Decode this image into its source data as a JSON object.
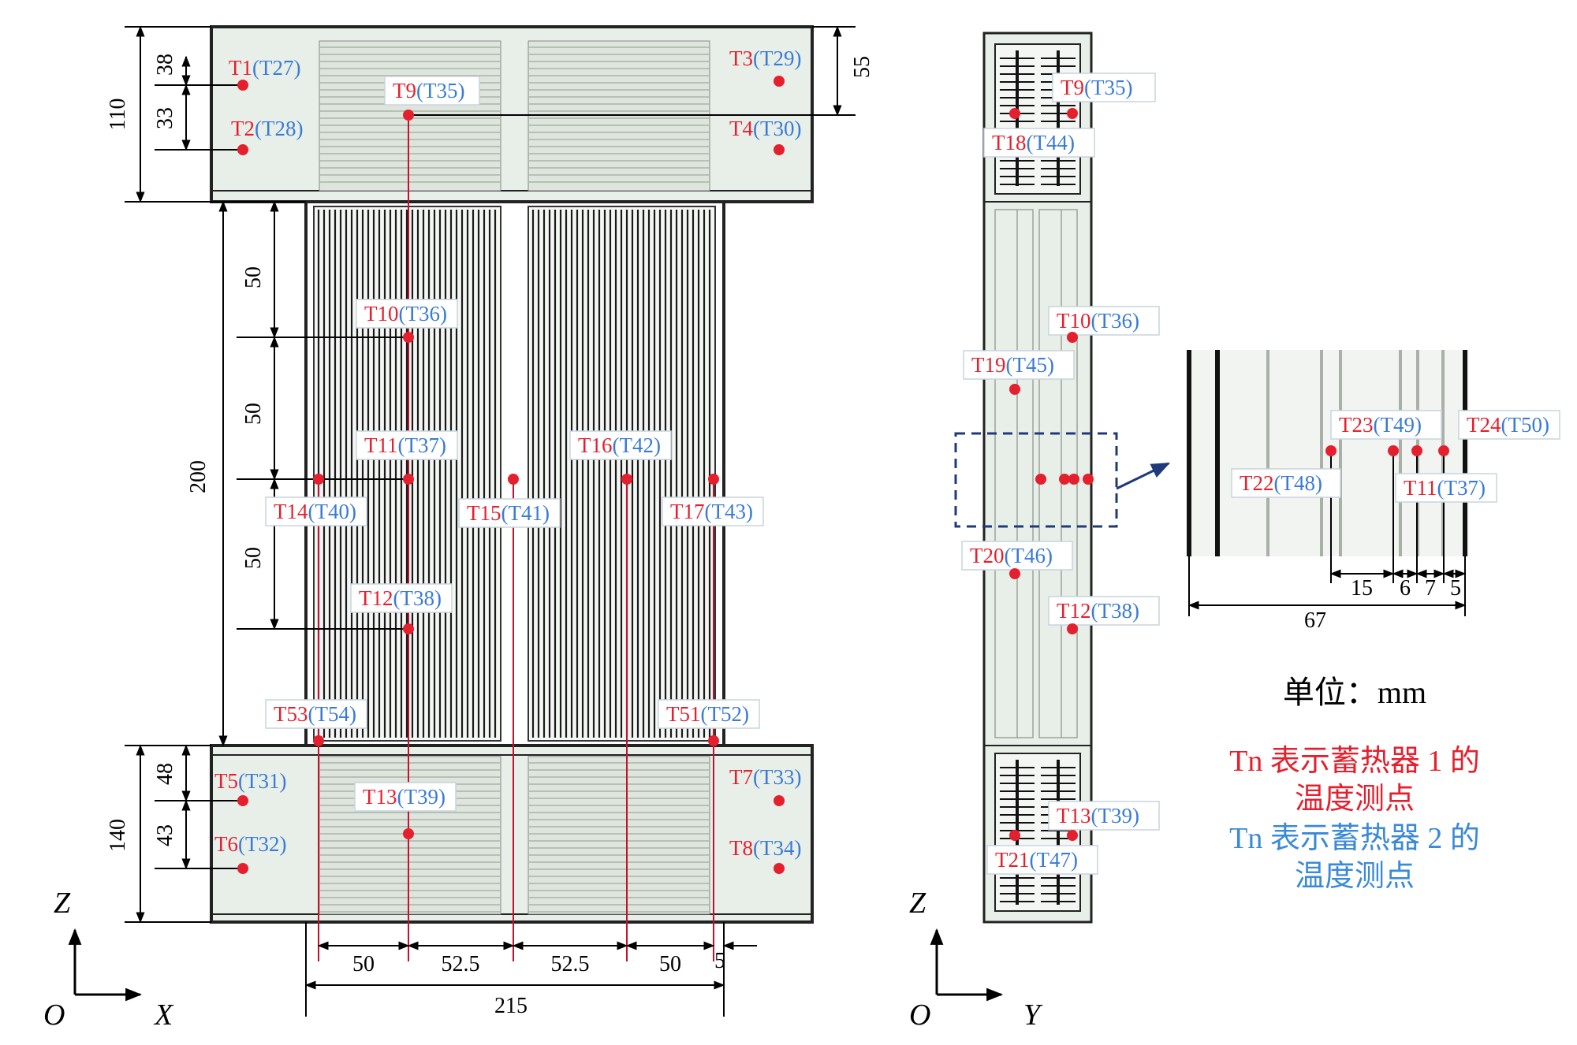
{
  "front_view": {
    "dimensions": {
      "top_header_h": "110",
      "d38": "38",
      "d33": "33",
      "d55": "55",
      "mid_h": "200",
      "d50a": "50",
      "d50b": "50",
      "d50c": "50",
      "bot_header_h": "140",
      "d48": "48",
      "d43": "43",
      "x1": "50",
      "x2": "52.5",
      "x3": "52.5",
      "x4": "50",
      "x5": "5",
      "total_w": "215"
    },
    "points": [
      {
        "r": "T1",
        "b": "(T27)"
      },
      {
        "r": "T2",
        "b": "(T28)"
      },
      {
        "r": "T3",
        "b": "(T29)"
      },
      {
        "r": "T4",
        "b": "(T30)"
      },
      {
        "r": "T9",
        "b": "(T35)"
      },
      {
        "r": "T10",
        "b": "(T36)"
      },
      {
        "r": "T11",
        "b": "(T37)"
      },
      {
        "r": "T16",
        "b": "(T42)"
      },
      {
        "r": "T14",
        "b": "(T40)"
      },
      {
        "r": "T15",
        "b": "(T41)"
      },
      {
        "r": "T17",
        "b": "(T43)"
      },
      {
        "r": "T12",
        "b": "(T38)"
      },
      {
        "r": "T53",
        "b": "(T54)"
      },
      {
        "r": "T51",
        "b": "(T52)"
      },
      {
        "r": "T5",
        "b": "(T31)"
      },
      {
        "r": "T6",
        "b": "(T32)"
      },
      {
        "r": "T7",
        "b": "(T33)"
      },
      {
        "r": "T8",
        "b": "(T34)"
      },
      {
        "r": "T13",
        "b": "(T39)"
      }
    ],
    "axes": {
      "vertical": "Z",
      "origin": "O",
      "horizontal": "X"
    }
  },
  "side_view": {
    "points": [
      {
        "r": "T9",
        "b": "(T35)"
      },
      {
        "r": "T18",
        "b": "(T44)"
      },
      {
        "r": "T10",
        "b": "(T36)"
      },
      {
        "r": "T19",
        "b": "(T45)"
      },
      {
        "r": "T20",
        "b": "(T46)"
      },
      {
        "r": "T12",
        "b": "(T38)"
      },
      {
        "r": "T13",
        "b": "(T39)"
      },
      {
        "r": "T21",
        "b": "(T47)"
      }
    ],
    "axes": {
      "vertical": "Z",
      "origin": "O",
      "horizontal": "Y"
    }
  },
  "detail_view": {
    "points": [
      {
        "r": "T23",
        "b": "(T49)"
      },
      {
        "r": "T24",
        "b": "(T50)"
      },
      {
        "r": "T22",
        "b": "(T48)"
      },
      {
        "r": "T11",
        "b": "(T37)"
      }
    ],
    "dimensions": {
      "d15": "15",
      "d6": "6",
      "d7": "7",
      "d5": "5",
      "total": "67"
    }
  },
  "legend": {
    "unit": "单位：mm",
    "red_line1": "Tn 表示蓄热器 1 的",
    "red_line2": "温度测点",
    "blue_line1": "Tn 表示蓄热器 2 的",
    "blue_line2": "温度测点"
  },
  "colors": {
    "point": "#e5202e",
    "label_red": "#e5202e",
    "label_blue": "#3a7bd5",
    "legend_blue": "#3a8ad8",
    "panel_fill": "#e8efe9",
    "detail_box": "#1f3a7a"
  }
}
